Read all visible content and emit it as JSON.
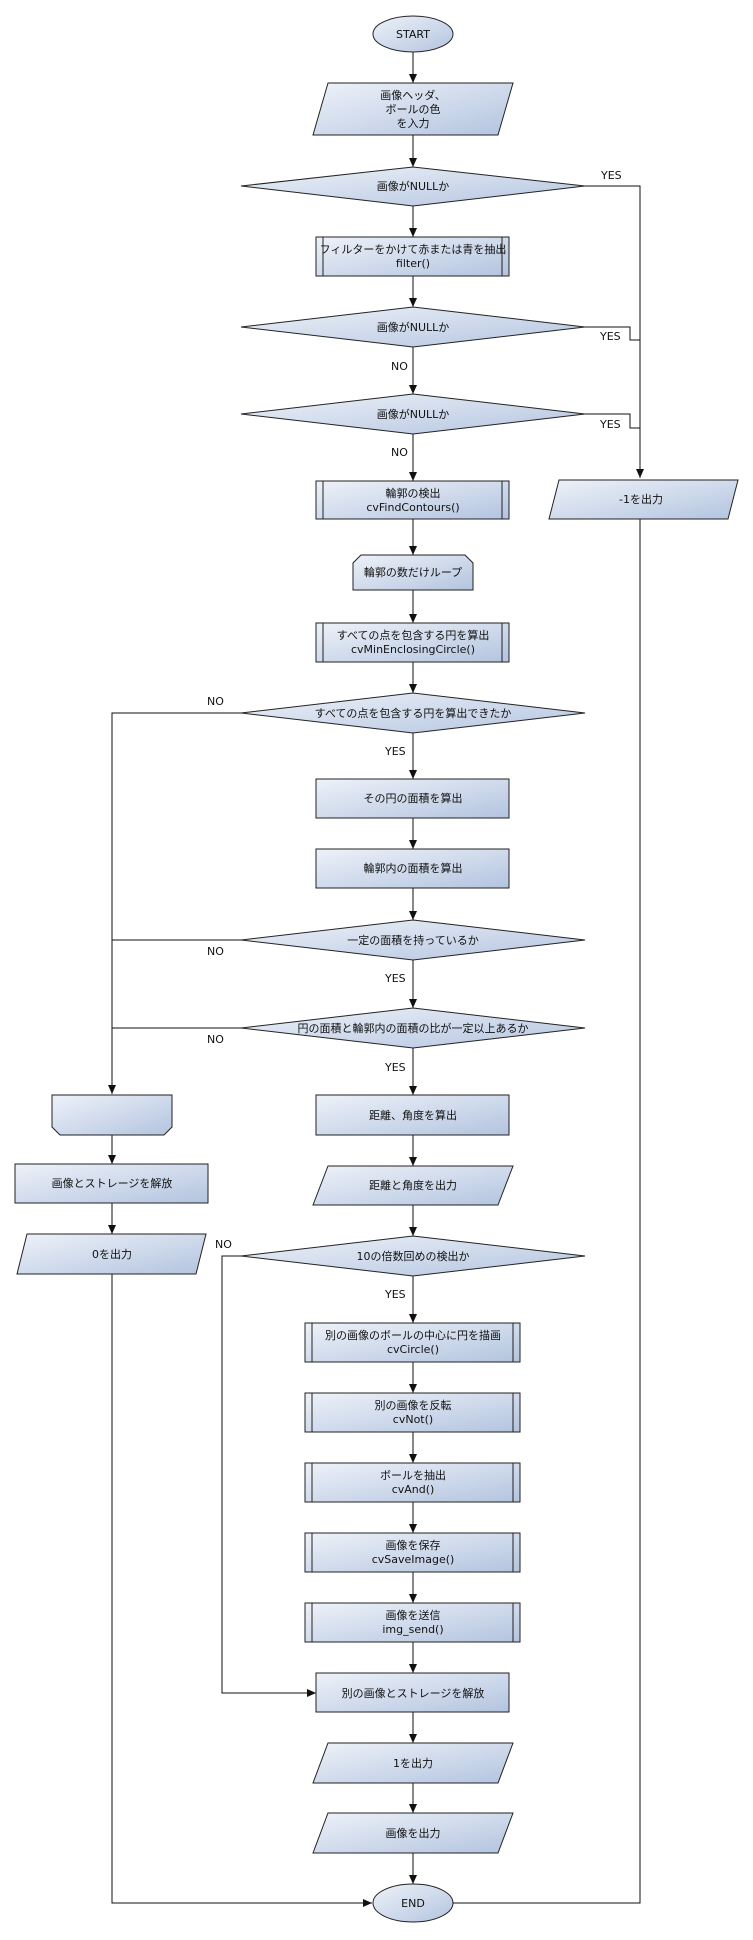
{
  "nodes": {
    "start": "START",
    "input1": "画像ヘッダ、",
    "input2": "ボールの色",
    "input3": "を入力",
    "dec1": "画像がNULLか",
    "filter1": "フィルターをかけて赤または青を抽出",
    "filter2": "filter()",
    "dec2": "画像がNULLか",
    "dec3": "画像がNULLか",
    "contours1": "輪郭の検出",
    "contours2": "cvFindContours()",
    "loop": "輪郭の数だけループ",
    "circle1": "すべての点を包含する円を算出",
    "circle2": "cvMinEnclosingCircle()",
    "dec4": "すべての点を包含する円を算出できたか",
    "area1": "その円の面積を算出",
    "area2": "輪郭内の面積を算出",
    "dec5": "一定の面積を持っているか",
    "dec6": "円の面積と輪郭内の面積の比が一定以上あるか",
    "dist": "距離、角度を算出",
    "out_dist": "距離と角度を出力",
    "dec7": "10の倍数回めの検出か",
    "draw1": "別の画像のボールの中心に円を描画",
    "draw2": "cvCircle()",
    "inv1": "別の画像を反転",
    "inv2": "cvNot()",
    "ext1": "ボールを抽出",
    "ext2": "cvAnd()",
    "save1": "画像を保存",
    "save2": "cvSaveImage()",
    "send1": "画像を送信",
    "send2": "img_send()",
    "free_other": "別の画像とストレージを解放",
    "out1": "1を出力",
    "out_img": "画像を出力",
    "end": "END",
    "out_neg": "-1を出力",
    "loop_end": "",
    "free": "画像とストレージを解放",
    "out0": "0を出力"
  },
  "labels": {
    "yes": "YES",
    "no": "NO"
  },
  "colors": {
    "fill_light": "#eef2f9",
    "fill_dark": "#b3c4df",
    "stroke": "#222222"
  }
}
